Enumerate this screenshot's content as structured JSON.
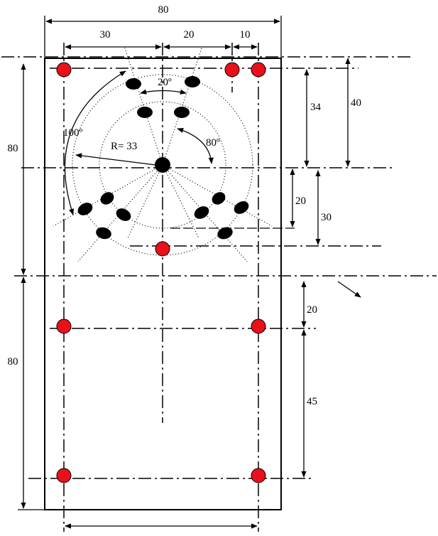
{
  "colors": {
    "hole": "#e8101a",
    "stroke": "#000000"
  },
  "dimensions": {
    "top_width": "80",
    "top_30": "30",
    "top_20": "20",
    "top_10": "10",
    "left_upper": "80",
    "left_lower": "80",
    "right_34": "34",
    "right_40": "40",
    "right_20a": "20",
    "right_30": "30",
    "right_20b": "20",
    "right_45": "45"
  },
  "annotations": {
    "angle_20": "20º",
    "angle_100": "100º",
    "angle_80": "80º",
    "radius": "R= 33"
  }
}
